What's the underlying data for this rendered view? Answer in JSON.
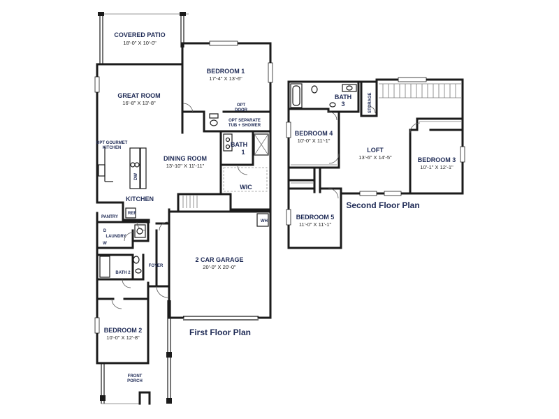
{
  "first_floor": {
    "title": "First Floor Plan",
    "rooms": {
      "covered_patio": {
        "name": "COVERED PATIO",
        "dims": "18'-0\" X 10'-0\""
      },
      "bedroom1": {
        "name": "BEDROOM 1",
        "dims": "17'-4\" X 13'-6\""
      },
      "great_room": {
        "name": "GREAT ROOM",
        "dims": "16'-8\" X 13'-8\""
      },
      "dining_room": {
        "name": "DINING ROOM",
        "dims": "13'-10\" X 11'-11\""
      },
      "bath1": {
        "name": "BATH",
        "number": "1"
      },
      "wic": {
        "name": "WIC"
      },
      "kitchen": {
        "name": "KITCHEN"
      },
      "garage": {
        "name": "2 CAR GARAGE",
        "dims": "20'-0\" X 20'-0\""
      },
      "bedroom2": {
        "name": "BEDROOM 2",
        "dims": "10'-0\" X 12'-8\""
      },
      "bath2": {
        "name": "BATH 2"
      },
      "foyer": {
        "name": "FOYER"
      },
      "laundry": {
        "name": "LAUNDRY"
      },
      "pantry": {
        "name": "PANTRY"
      },
      "front_porch": {
        "name": "FRONT",
        "name2": "PORCH"
      }
    },
    "labels": {
      "opt_door_1": "OPT",
      "opt_door_2": "DOOR",
      "opt_tub_1": "OPT SEPARATE",
      "opt_tub_2": "TUB + SHOWER",
      "opt_kitchen_1": "OPT GOURMET",
      "opt_kitchen_2": "KITCHEN",
      "ref": "REF",
      "wh": "WH",
      "dw": "DW",
      "d": "D",
      "w": "W"
    }
  },
  "second_floor": {
    "title": "Second Floor Plan",
    "rooms": {
      "bath3": {
        "name": "BATH",
        "number": "3"
      },
      "storage": {
        "name": "STORAGE"
      },
      "bedroom4": {
        "name": "BEDROOM 4",
        "dims": "10'-0\" X 11'-1\""
      },
      "loft": {
        "name": "LOFT",
        "dims": "13'-6\" X 14'-5\""
      },
      "bedroom3": {
        "name": "BEDROOM 3",
        "dims": "10'-1\" X 12'-1\""
      },
      "bedroom5": {
        "name": "BEDROOM 5",
        "dims": "11'-0\" X 11'-1\""
      }
    }
  },
  "colors": {
    "label": "#1e2a55",
    "wall": "#1b1b1b"
  }
}
